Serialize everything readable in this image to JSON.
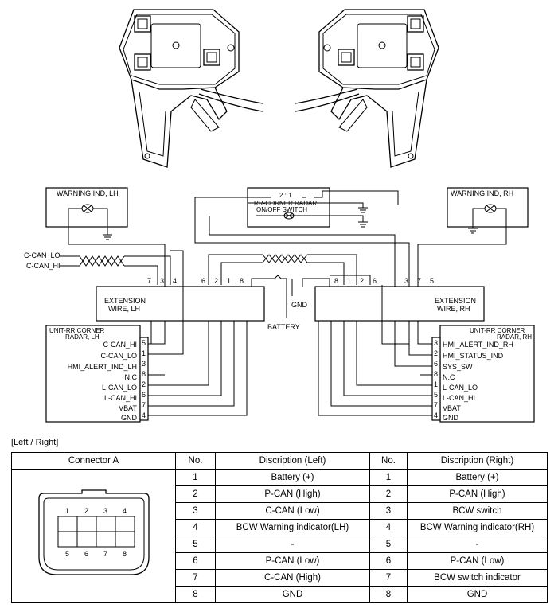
{
  "diagram": {
    "warning_ind_lh": "WARNING IND, LH",
    "warning_ind_rh": "WARNING IND, RH",
    "switch_pins": "2  :  1",
    "switch_label_1": "RR-CORNER RADAR",
    "switch_label_2": "ON/OFF SWITCH",
    "c_can_lo": "C-CAN_LO",
    "c_can_hi": "C-CAN_HI",
    "ext_lh_1": "EXTENSION",
    "ext_lh_2": "WIRE, LH",
    "ext_rh_1": "EXTENSION",
    "ext_rh_2": "WIRE, RH",
    "gnd": "GND",
    "battery": "BATTERY",
    "ext_lh_pins": [
      "7",
      "3",
      "4",
      "6",
      "2",
      "1",
      "8"
    ],
    "ext_rh_pins": [
      "8",
      "1",
      "2",
      "6",
      "3",
      "7",
      "5"
    ],
    "unit_lh_title_1": "UNIT-RR CORNER",
    "unit_lh_title_2": "RADAR, LH",
    "unit_rh_title_1": "UNIT-RR CORNER",
    "unit_rh_title_2": "RADAR, RH",
    "unit_lh_pins": [
      {
        "label": "C-CAN_HI",
        "pin": "5"
      },
      {
        "label": "C-CAN_LO",
        "pin": "1"
      },
      {
        "label": "HMI_ALERT_IND_LH",
        "pin": "3"
      },
      {
        "label": "N.C",
        "pin": "8"
      },
      {
        "label": "L-CAN_LO",
        "pin": "2"
      },
      {
        "label": "L-CAN_HI",
        "pin": "6"
      },
      {
        "label": "VBAT",
        "pin": "7"
      },
      {
        "label": "GND",
        "pin": "4"
      }
    ],
    "unit_rh_pins": [
      {
        "label": "HMI_ALERT_IND_RH",
        "pin": "3"
      },
      {
        "label": "HMI_STATUS_IND",
        "pin": "2"
      },
      {
        "label": "SYS_SW",
        "pin": "6"
      },
      {
        "label": "N.C",
        "pin": "8"
      },
      {
        "label": "L-CAN_LO",
        "pin": "1"
      },
      {
        "label": "L-CAN_HI",
        "pin": "5"
      },
      {
        "label": "VBAT",
        "pin": "7"
      },
      {
        "label": "GND",
        "pin": "4"
      }
    ]
  },
  "section_label": "[Left / Right]",
  "table": {
    "headers": [
      "Connector A",
      "No.",
      "Discription (Left)",
      "No.",
      "Discription (Right)"
    ],
    "rows": [
      {
        "no_l": "1",
        "desc_l": "Battery (+)",
        "no_r": "1",
        "desc_r": "Battery (+)"
      },
      {
        "no_l": "2",
        "desc_l": "P-CAN (High)",
        "no_r": "2",
        "desc_r": "P-CAN (High)"
      },
      {
        "no_l": "3",
        "desc_l": "C-CAN (Low)",
        "no_r": "3",
        "desc_r": "BCW switch"
      },
      {
        "no_l": "4",
        "desc_l": "BCW Warning indicator(LH)",
        "no_r": "4",
        "desc_r": "BCW Warning indicator(RH)"
      },
      {
        "no_l": "5",
        "desc_l": "-",
        "no_r": "5",
        "desc_r": "-"
      },
      {
        "no_l": "6",
        "desc_l": "P-CAN (Low)",
        "no_r": "6",
        "desc_r": "P-CAN (Low)"
      },
      {
        "no_l": "7",
        "desc_l": "C-CAN (High)",
        "no_r": "7",
        "desc_r": "BCW switch indicator"
      },
      {
        "no_l": "8",
        "desc_l": "GND",
        "no_r": "8",
        "desc_r": "GND"
      }
    ],
    "connector_top_pins": [
      "1",
      "2",
      "3",
      "4"
    ],
    "connector_bottom_pins": [
      "5",
      "6",
      "7",
      "8"
    ]
  }
}
